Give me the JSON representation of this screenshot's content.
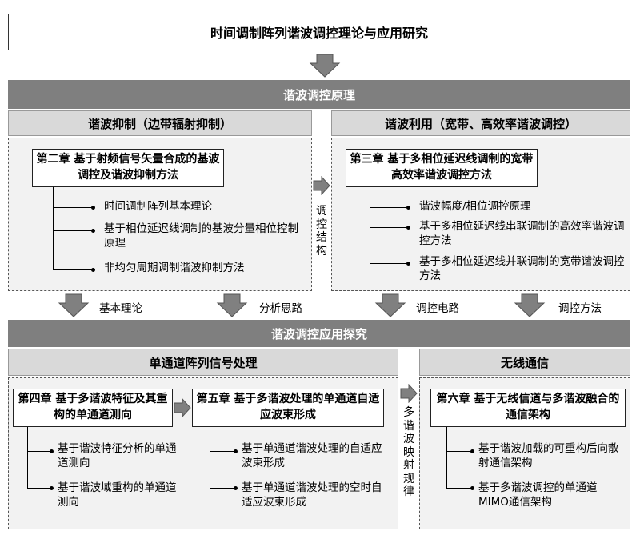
{
  "title": "时间调制阵列谐波调控理论与应用研究",
  "principle": {
    "header": "谐波调控原理",
    "left": {
      "header": "谐波抑制（边带辐射抑制）",
      "chapter": "第二章 基于射频信号矢量合成的基波调控及谐波抑制方法",
      "items": [
        "时间调制阵列基本理论",
        "基于相位延迟线调制的基波分量相位控制原理",
        "非均匀周期调制谐波抑制方法"
      ]
    },
    "middle_label": "调控结构",
    "right": {
      "header": "谐波利用（宽带、高效率谐波调控）",
      "chapter": "第三章 基于多相位延迟线调制的宽带高效率谐波调控方法",
      "items": [
        "谐波幅度/相位调控原理",
        "基于多相位延迟线串联调制的高效率谐波调控方法",
        "基于多相位延迟线并联调制的宽带谐波调控方法"
      ]
    }
  },
  "arrow_labels": [
    "基本理论",
    "分析思路",
    "调控电路",
    "调控方法"
  ],
  "application": {
    "header": "谐波调控应用探究",
    "left": {
      "header": "单通道阵列信号处理",
      "ch4": {
        "title": "第四章 基于多谐波特征及其重构的单通道测向",
        "items": [
          "基于谐波特征分析的单通道测向",
          "基于谐波域重构的单通道测向"
        ]
      },
      "ch5": {
        "title": "第五章 基于多谐波处理的单通道自适应波束形成",
        "items": [
          "基于单通道谐波处理的自适应波束形成",
          "基于单通道谐波处理的空时自适应波束形成"
        ]
      }
    },
    "middle_label": "多谐波映射规律",
    "right": {
      "header": "无线通信",
      "ch6": {
        "title": "第六章 基于无线信道与多谐波融合的通信架构",
        "items": [
          "基于谐波加载的可重构后向散射通信架构",
          "基于多谐波调控的单通道MIMO通信架构"
        ]
      }
    }
  },
  "colors": {
    "dark_bar": "#7f7f7f",
    "light_bar": "#d9d9d9",
    "panel": "#f2f2f2",
    "arrow": "#808080"
  }
}
